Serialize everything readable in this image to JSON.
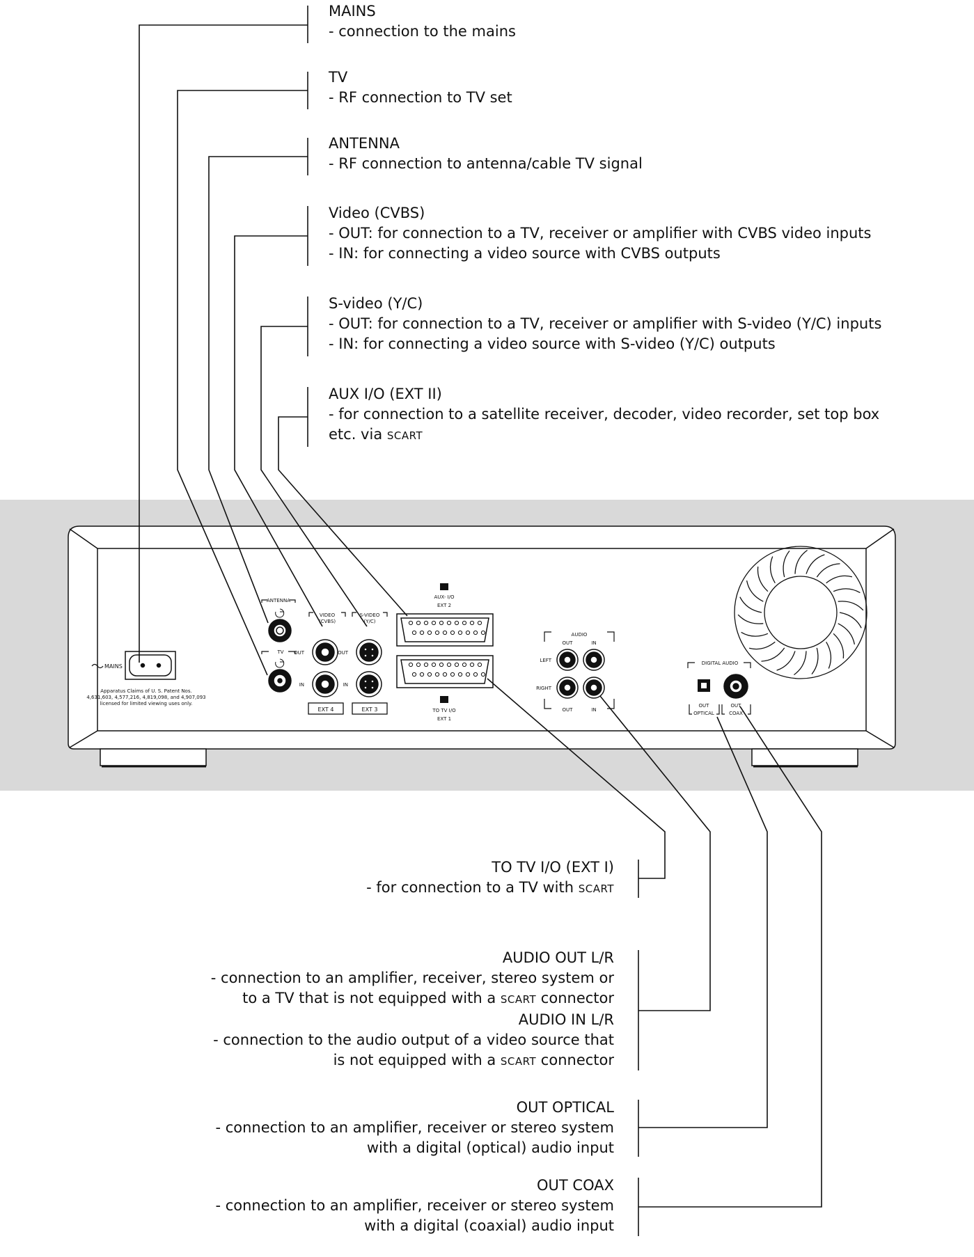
{
  "top_callouts": [
    {
      "title": "MAINS",
      "lines": [
        "- connection to the mains"
      ]
    },
    {
      "title": "TV",
      "lines": [
        "- RF connection to TV set"
      ]
    },
    {
      "title": "ANTENNA",
      "lines": [
        "- RF connection to antenna/cable TV signal"
      ]
    },
    {
      "title": "Video (CVBS)",
      "lines": [
        "- OUT: for connection to a TV, receiver or amplifier with CVBS video inputs",
        "- IN: for connecting a video source with CVBS outputs"
      ]
    },
    {
      "title": "S-video (Y/C)",
      "lines": [
        "- OUT: for connection to a TV, receiver or amplifier with S-video (Y/C) inputs",
        "- IN: for connecting a video source with S-video (Y/C) outputs"
      ]
    },
    {
      "title": "AUX I/O (EXT II)",
      "lines": [
        "- for connection to a satellite receiver, decoder, video recorder, set top box",
        "etc. via"
      ],
      "sc": "SCART"
    }
  ],
  "bottom_callouts": {
    "to_tv": {
      "title": "TO TV I/O (EXT I)",
      "line_pre": "- for connection to a TV with ",
      "sc": "SCART"
    },
    "audio": {
      "title_out": "AUDIO OUT L/R",
      "out_line1": "- connection to an amplifier, receiver, stereo system or",
      "out_line2_pre": "to a TV that is not equipped with a ",
      "out_sc": "SCART",
      "out_line2_post": " connector",
      "title_in": "AUDIO IN L/R",
      "in_line1": "- connection to the audio output of a video source that",
      "in_line2_pre": "is not equipped with a ",
      "in_sc": "SCART",
      "in_line2_post": " connector"
    },
    "optical": {
      "title": "OUT OPTICAL",
      "line1": "- connection to an amplifier, receiver or stereo system",
      "line2": "with a digital (optical) audio input"
    },
    "coax": {
      "title": "OUT COAX",
      "line1": "- connection to an amplifier, receiver or stereo system",
      "line2": "with a digital (coaxial) audio input"
    }
  },
  "panel": {
    "mains": "MAINS",
    "patent": [
      "Apparatus Claims of U. S. Patent Nos.",
      "4,631,603, 4,577,216, 4,819,098, and 4,907,093",
      "licensed for limited viewing uses only."
    ],
    "antenna": "ANTENNA",
    "tv": "TV",
    "video": [
      "VIDEO",
      "(CVBS)"
    ],
    "svideo": [
      "S-VIDEO",
      "(Y/C)"
    ],
    "out": "OUT",
    "in": "IN",
    "ext4": "EXT 4",
    "ext3": "EXT 3",
    "aux": "AUX- I/O",
    "ext2": "EXT 2",
    "totv": "TO TV I/O",
    "ext1": "EXT 1",
    "audio": "AUDIO",
    "left": "LEFT",
    "right": "RIGHT",
    "digital_audio": "DIGITAL AUDIO",
    "optical": "OPTICAL",
    "coax": "COAX"
  }
}
